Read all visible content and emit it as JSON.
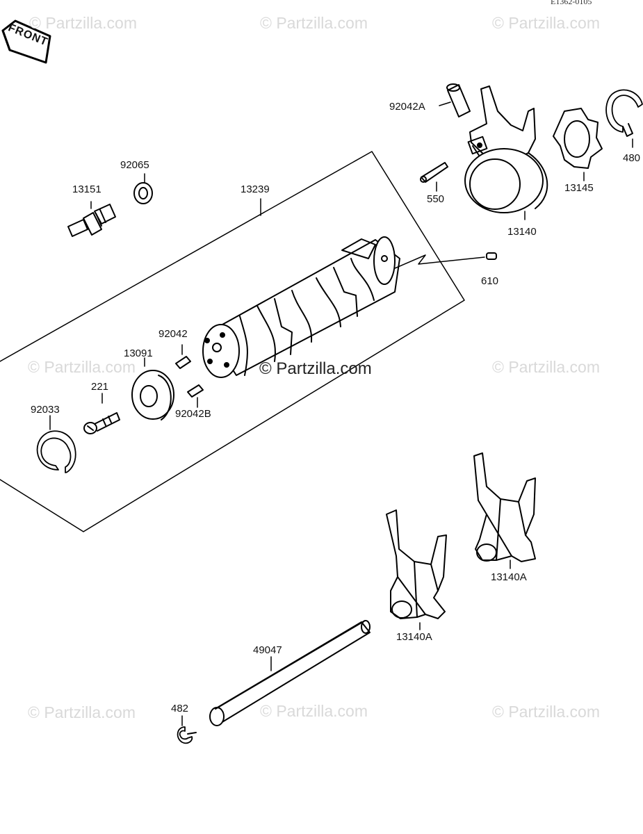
{
  "header": {
    "ref_code": "E1362-0105"
  },
  "front_tag": "FRONT",
  "watermark": "© Partzilla.com",
  "watermark_center": "© Partzilla.com",
  "parts": {
    "p92042A": "92042A",
    "p480": "480",
    "p13145": "13145",
    "p550": "550",
    "p13140": "13140",
    "p92065": "92065",
    "p13151": "13151",
    "p13239": "13239",
    "p610": "610",
    "p92042": "92042",
    "p13091": "13091",
    "p221": "221",
    "p92042B": "92042B",
    "p92033": "92033",
    "p13140A_right": "13140A",
    "p13140A_left": "13140A",
    "p49047": "49047",
    "p482": "482"
  }
}
